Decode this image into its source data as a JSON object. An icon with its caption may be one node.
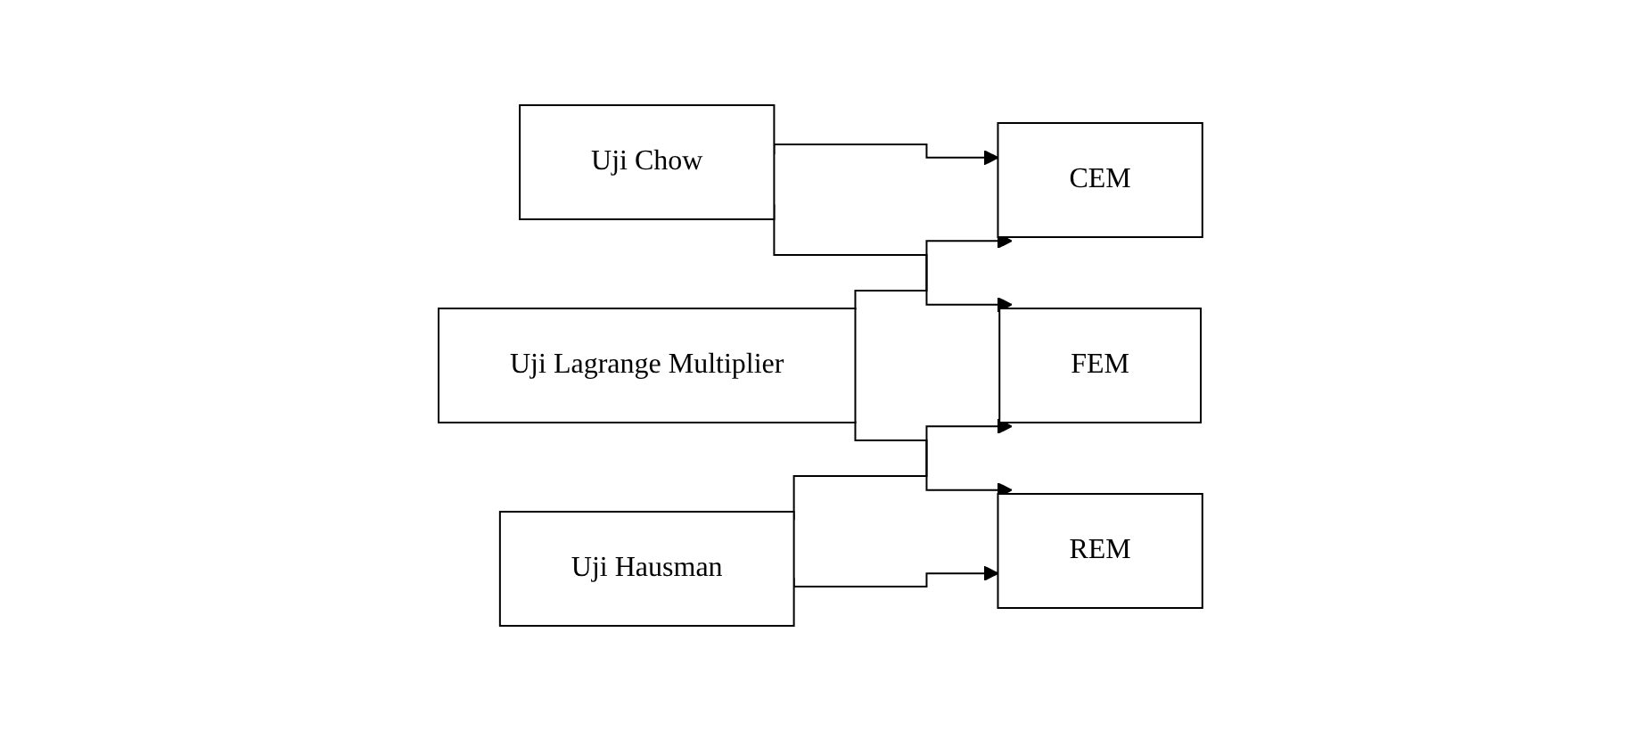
{
  "diagram": {
    "nodes": [
      {
        "text": [
          "Uji Chow"
        ]
      },
      {
        "text": [
          "CEM"
        ]
      },
      {
        "text": [
          "FEM"
        ]
      },
      {
        "text": [
          "Uji Hausman"
        ]
      },
      {
        "text": [
          "REM"
        ]
      },
      {
        "text": [
          "Uji Lagrange Multiplier"
        ]
      }
    ],
    "edges": [
      {
        "from": 0,
        "to": 1,
        "arrow": "to"
      },
      {
        "from": 0,
        "to": 2,
        "arrow": "to"
      },
      {
        "from": 3,
        "to": 2,
        "arrow": "to"
      },
      {
        "from": 3,
        "to": 4,
        "arrow": "to"
      },
      {
        "from": 5,
        "to": 1,
        "arrow": "to"
      },
      {
        "from": 5,
        "to": 4,
        "arrow": "to"
      }
    ]
  }
}
